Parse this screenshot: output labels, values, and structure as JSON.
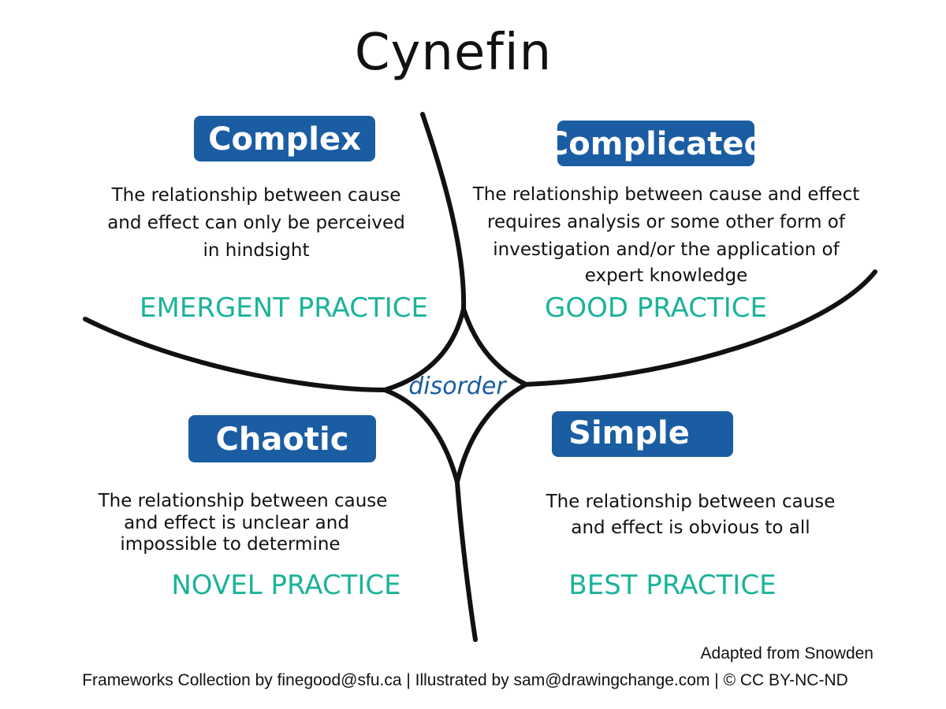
{
  "title": "Cynefin",
  "center": {
    "label": "disorder"
  },
  "domains": {
    "complex": {
      "name": "Complex",
      "description": [
        "The relationship between cause",
        "and effect can only be perceived",
        "in hindsight"
      ],
      "practice": "EMERGENT PRACTICE"
    },
    "complicated": {
      "name": "Complicated",
      "description": [
        "The relationship between cause and effect",
        "requires analysis or some other form of",
        "investigation and/or the application of",
        "expert knowledge"
      ],
      "practice": "GOOD PRACTICE"
    },
    "chaotic": {
      "name": "Chaotic",
      "description": [
        "The relationship between cause",
        "and effect is unclear and",
        "impossible to determine"
      ],
      "practice": "NOVEL PRACTICE"
    },
    "simple": {
      "name": "Simple",
      "description": [
        "The relationship between cause",
        "and effect is obvious to all"
      ],
      "practice": "BEST PRACTICE"
    }
  },
  "credits": {
    "adapted": "Adapted from Snowden",
    "footer": "Frameworks Collection by finegood@sfu.ca | Illustrated by sam@drawingchange.com | © CC BY-NC-ND"
  },
  "colors": {
    "badge": "#1a5da3",
    "practice": "#1bb39a",
    "disorder": "#1a5da3",
    "ink": "#111111"
  }
}
